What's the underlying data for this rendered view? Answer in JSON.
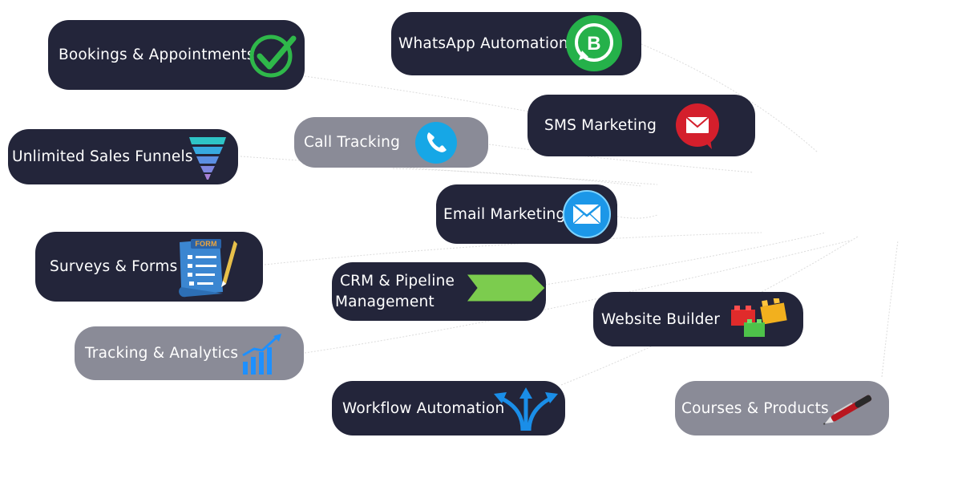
{
  "features": [
    {
      "id": "bookings",
      "label": "Bookings & Appointments",
      "icon": "check-circle-icon"
    },
    {
      "id": "whatsapp",
      "label": "WhatsApp Automation",
      "icon": "whatsapp-business-icon"
    },
    {
      "id": "sms",
      "label": "SMS Marketing",
      "icon": "envelope-bubble-icon"
    },
    {
      "id": "call",
      "label": "Call Tracking",
      "icon": "phone-icon"
    },
    {
      "id": "funnels",
      "label": "Unlimited Sales Funnels",
      "icon": "funnel-icon"
    },
    {
      "id": "email",
      "label": "Email Marketing",
      "icon": "envelope-icon"
    },
    {
      "id": "surveys",
      "label": "Surveys & Forms",
      "icon": "form-scroll-icon",
      "icon_text": "FORM"
    },
    {
      "id": "crm",
      "label_line1": "CRM & Pipeline",
      "label_line2": "Management",
      "icon": "arrow-tag-icon"
    },
    {
      "id": "website",
      "label": "Website Builder",
      "icon": "building-blocks-icon"
    },
    {
      "id": "tracking",
      "label": "Tracking & Analytics",
      "icon": "bar-chart-icon"
    },
    {
      "id": "workflow",
      "label": "Workflow Automation",
      "icon": "split-arrows-icon"
    },
    {
      "id": "courses",
      "label": "Courses & Products",
      "icon": "pen-icon"
    }
  ],
  "colors": {
    "dark_pill": "#23253a",
    "gray_pill": "#8a8b97",
    "check_green": "#2fb84a",
    "whatsapp_green": "#25b14a",
    "sms_red": "#d41f2c",
    "call_blue": "#16a7e6",
    "email_blue": "#1c97e8",
    "crm_green": "#7ccc4e"
  }
}
